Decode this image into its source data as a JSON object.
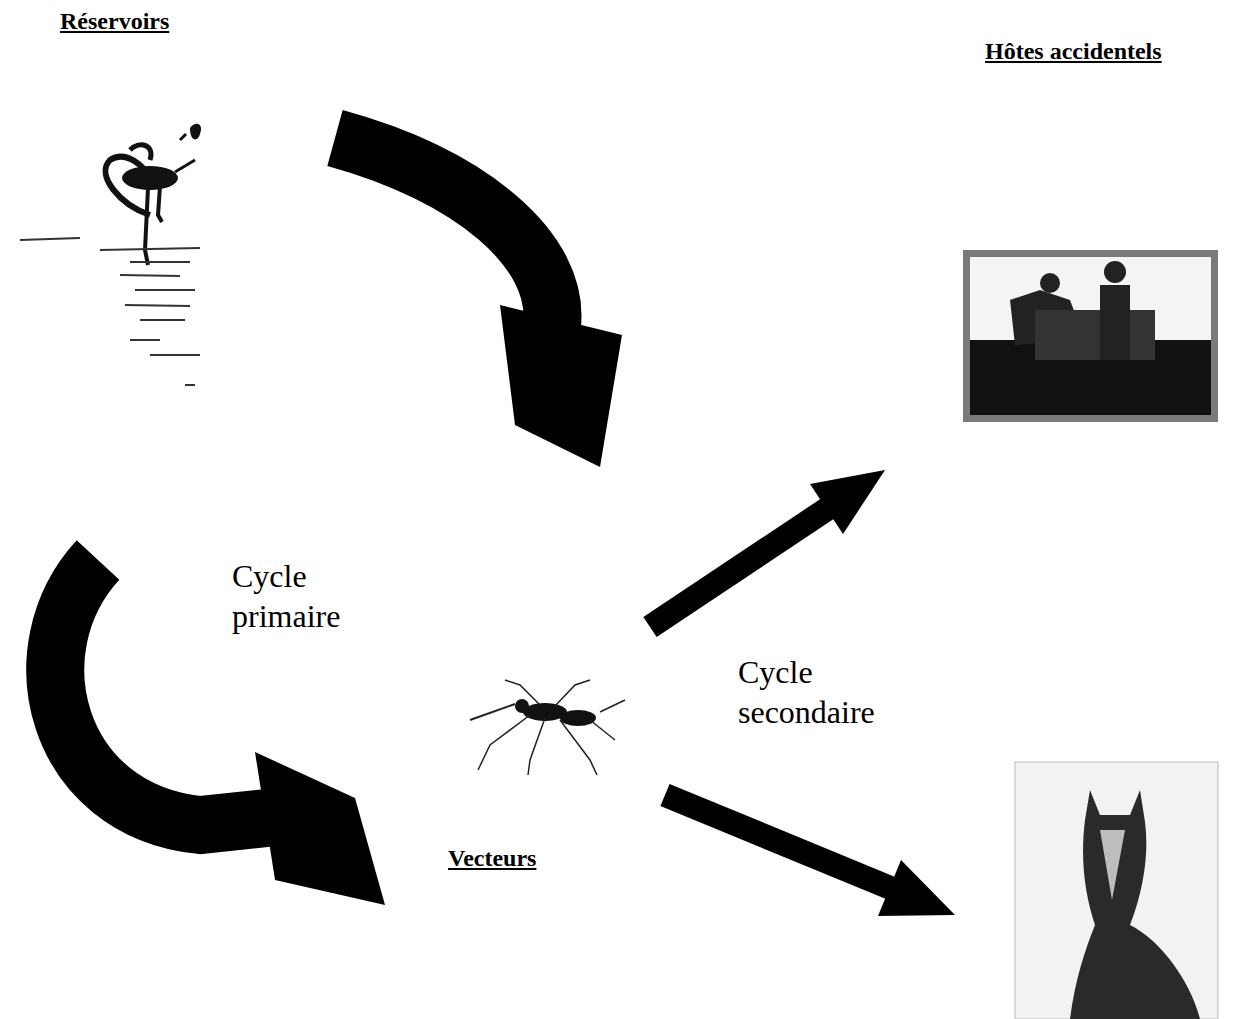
{
  "diagram": {
    "labels": [
      "Réservoirs",
      "Hôtes accidentels",
      "Cycle primaire",
      "Cycle secondaire",
      "Vecteurs"
    ]
  }
}
